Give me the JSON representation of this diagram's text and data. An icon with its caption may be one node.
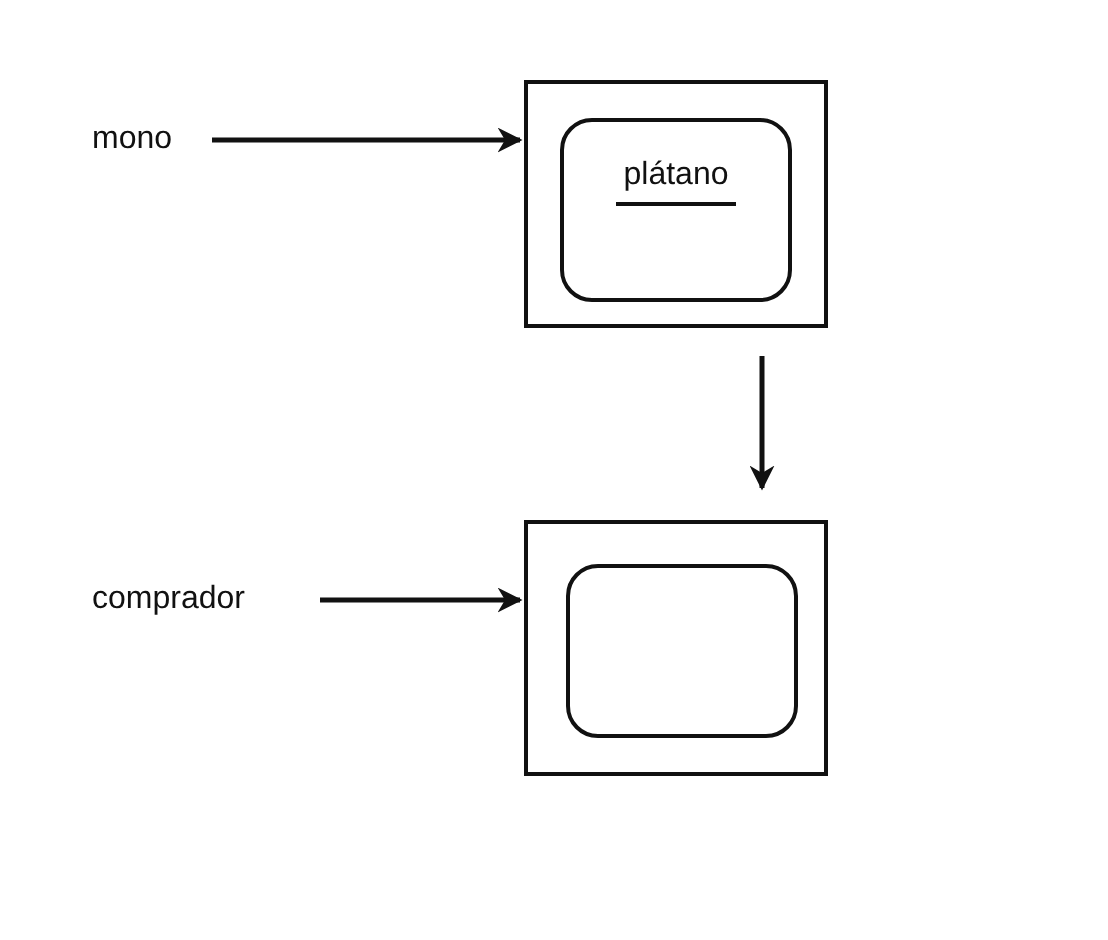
{
  "diagram": {
    "nodes": [
      {
        "text": [
          "mono"
        ]
      },
      {
        "text": [],
        "shape": "box"
      },
      {
        "text": [
          "plátano"
        ],
        "in": 1
      },
      {
        "text": [
          "comprador"
        ]
      },
      {
        "text": [],
        "shape": "box"
      },
      {
        "text": [],
        "shape": "box",
        "in": 4
      }
    ],
    "edges": [
      {
        "from": 0,
        "to": 1,
        "arrow": "to"
      },
      {
        "from": 1,
        "to": 4,
        "arrow": "to"
      },
      {
        "from": 3,
        "to": 4,
        "arrow": "to"
      }
    ]
  }
}
